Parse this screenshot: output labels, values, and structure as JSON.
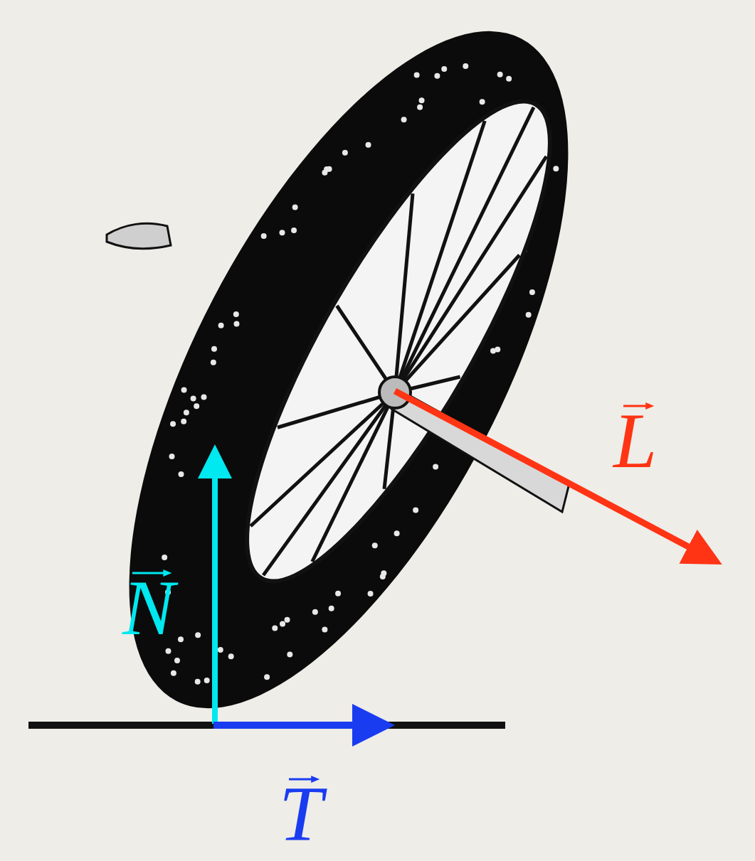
{
  "diagram": {
    "labels": [
      "N",
      "T",
      "L"
    ]
  }
}
